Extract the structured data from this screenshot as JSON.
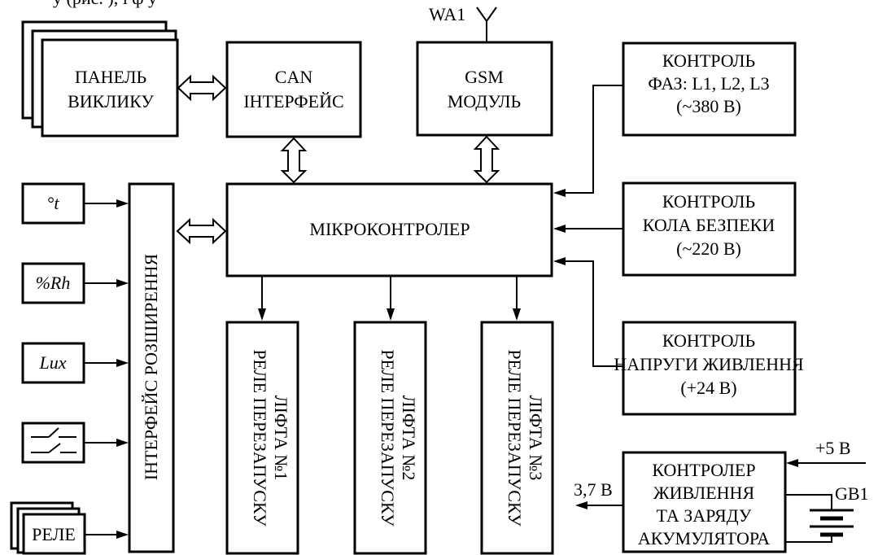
{
  "top_caption": "у (рис. ), ї          ф   у",
  "antenna_label": "WA1",
  "call_panel": {
    "line1": "ПАНЕЛЬ",
    "line2": "ВИКЛИКУ"
  },
  "can": {
    "line1": "CAN",
    "line2": "ІНТЕРФЕЙС"
  },
  "gsm": {
    "line1": "GSM",
    "line2": "МОДУЛЬ"
  },
  "phase_control": {
    "line1": "КОНТРОЛЬ",
    "line2": "ФАЗ: L1, L2, L3",
    "line3": "(~380 В)"
  },
  "safety_control": {
    "line1": "КОНТРОЛЬ",
    "line2": "КОЛА БЕЗПЕКИ",
    "line3": "(~220 В)"
  },
  "supply_control": {
    "line1": "КОНТРОЛЬ",
    "line2": "НАПРУГИ ЖИВЛЕННЯ",
    "line3": "(+24 В)"
  },
  "mcu": "МІКРОКОНТРОЛЕР",
  "expansion": "ІНТЕРФЕЙС РОЗШИРЕННЯ",
  "sensors": {
    "temp": "°t",
    "humidity": "%Rh",
    "lux": "Lux",
    "relay": "РЕЛЕ"
  },
  "relays": [
    {
      "line1": "РЕЛЕ ПЕРЕЗАПУСКУ",
      "line2": "ЛІФТА №1"
    },
    {
      "line1": "РЕЛЕ ПЕРЕЗАПУСКУ",
      "line2": "ЛІФТА №2"
    },
    {
      "line1": "РЕЛЕ ПЕРЕЗАПУСКУ",
      "line2": "ЛІФТА №3"
    }
  ],
  "charger": {
    "line1": "КОНТРОЛЕР",
    "line2": "ЖИВЛЕННЯ",
    "line3": "ТА ЗАРЯДУ",
    "line4": "АКУМУЛЯТОРА"
  },
  "plus5": "+5 В",
  "out37": "3,7 В",
  "battery": "GB1"
}
